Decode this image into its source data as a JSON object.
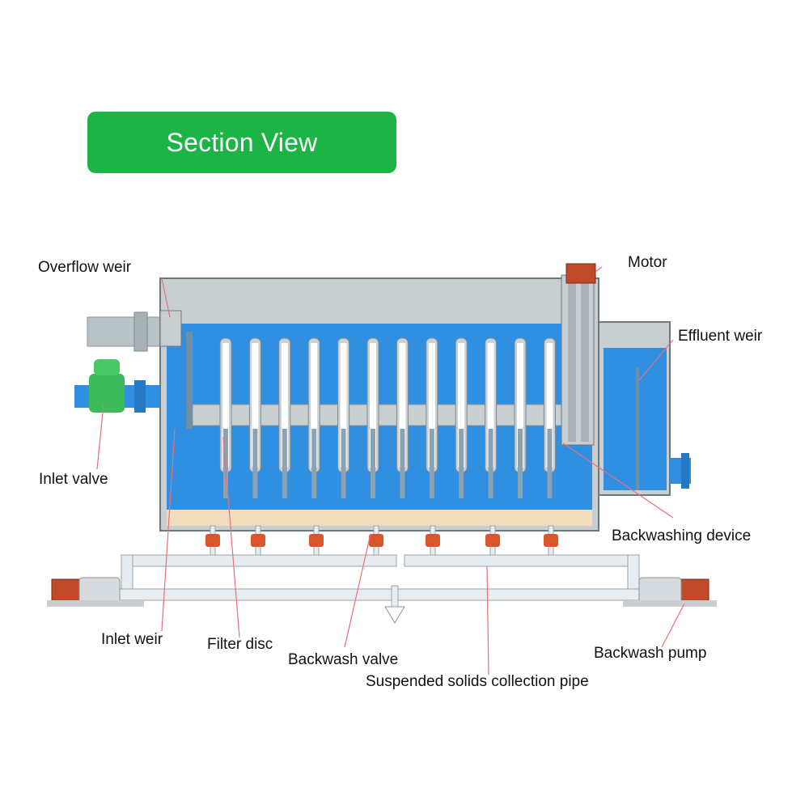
{
  "title": "Section View",
  "labels": {
    "overflow_weir": "Overflow weir",
    "motor": "Motor",
    "effluent_weir": "Effluent weir",
    "inlet_valve": "Inlet valve",
    "backwashing_device": "Backwashing device",
    "inlet_weir": "Inlet weir",
    "filter_disc": "Filter disc",
    "backwash_valve": "Backwash valve",
    "backwash_pump": "Backwash pump",
    "suspended_solids_collection_pipe": "Suspended solids collection pipe"
  },
  "colors": {
    "banner": "#1db446",
    "water": "#2f8fe0",
    "tank_wall": "#9aa3a8",
    "disc": "#ffffff",
    "valve": "#d9562b",
    "pipe": "#e6ecef",
    "inlet_valve": "#3dbb5a",
    "leader_line": "#e8707a"
  },
  "icons": {
    "motor": "motor-icon",
    "pump": "pump-icon",
    "valve": "valve-icon",
    "discharge": "discharge-funnel-icon"
  }
}
